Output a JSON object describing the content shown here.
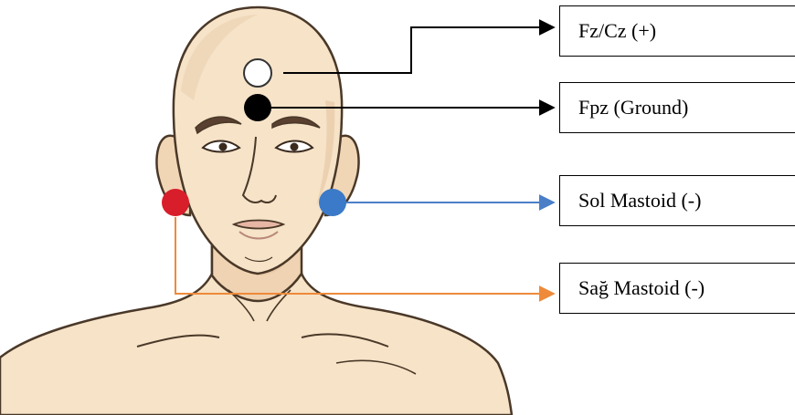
{
  "labels": {
    "fz_cz": "Fz/Cz (+)",
    "fpz": "Fpz (Ground)",
    "left_mastoid": "Sol Mastoid (-)",
    "right_mastoid": "Sağ Mastoid (-)"
  },
  "colors": {
    "fz_cz_electrode": "#ffffff",
    "fpz_electrode": "#000000",
    "left_mastoid_electrode": "#3a7ac8",
    "right_mastoid_electrode": "#d81e2a",
    "left_mastoid_arrow": "#4a7fc8",
    "right_mastoid_arrow": "#ee8a3a",
    "skin": "#f6e3c8",
    "outline": "#4a3828"
  },
  "icons": {
    "figure": "human-head-and-shoulders"
  }
}
